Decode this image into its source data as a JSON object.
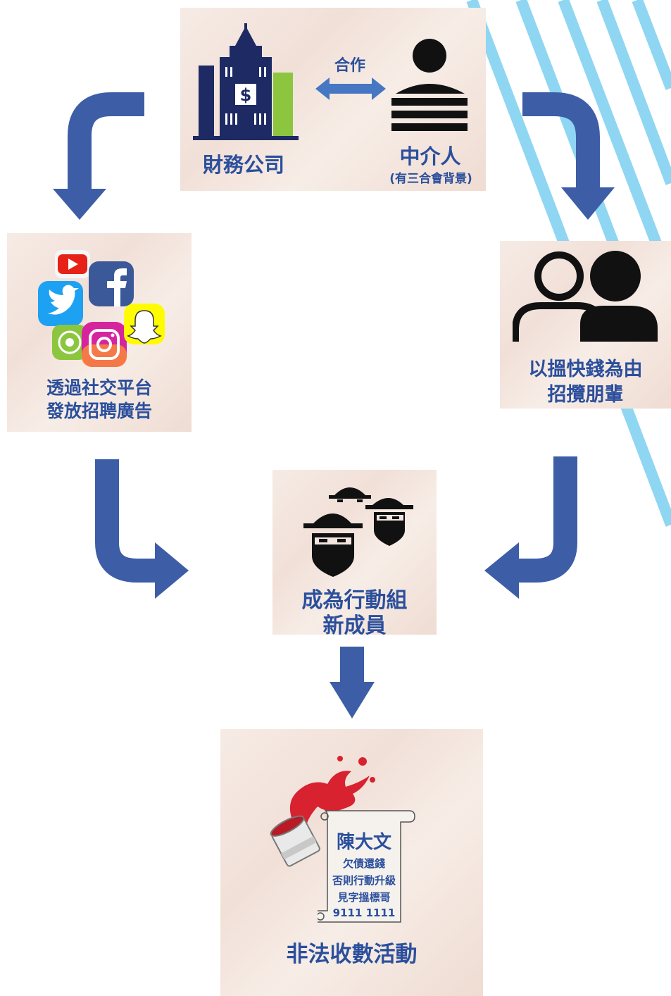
{
  "top": {
    "company_label": "財務公司",
    "cooperation_label": "合作",
    "middleman_label": "中介人",
    "middleman_note": "(有三合會背景)"
  },
  "left": {
    "line1": "透過社交平台",
    "line2": "發放招聘廣告"
  },
  "right": {
    "line1": "以搵快錢為由",
    "line2": "招攬朋輩"
  },
  "center": {
    "line1": "成為行動組",
    "line2": "新成員"
  },
  "bottom": {
    "scroll_name": "陳大文",
    "scroll_line1": "欠債還錢",
    "scroll_line2": "否則行動升級",
    "scroll_line3": "見字搵標哥",
    "scroll_phone": "9111 1111",
    "caption": "非法收數活動"
  },
  "colors": {
    "arrow": "#3d5ea6",
    "text": "#2b4f9c",
    "stripe": "#8fd6f2",
    "paint": "#d8222f"
  }
}
